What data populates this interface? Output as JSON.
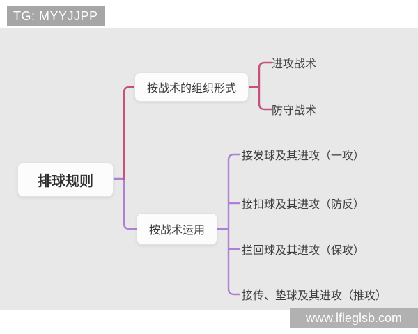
{
  "badge": {
    "label": "TG: MYYJJPP"
  },
  "watermark": {
    "label": "www.lfleglsb.com"
  },
  "colors": {
    "branch1": "#c5517f",
    "branch2": "#ae7fd4",
    "canvas_bg": "#e8e8e8",
    "badge_bg": "#a6a6a6",
    "watermark_bg": "#b1b1b1",
    "node_bg": "#fcfcfd",
    "text": "#3c3c3c"
  },
  "mindmap": {
    "root": {
      "label": "排球规则"
    },
    "branches": [
      {
        "label": "按战术的组织形式",
        "color": "#c5517f",
        "children": [
          {
            "label": "进攻战术"
          },
          {
            "label": "防守战术"
          }
        ]
      },
      {
        "label": "按战术运用",
        "color": "#ae7fd4",
        "children": [
          {
            "label": "接发球及其进攻（一攻）"
          },
          {
            "label": "接扣球及其进攻（防反）"
          },
          {
            "label": "拦回球及其进攻（保攻）"
          },
          {
            "label": "接传、垫球及其进攻（推攻）"
          }
        ]
      }
    ]
  }
}
